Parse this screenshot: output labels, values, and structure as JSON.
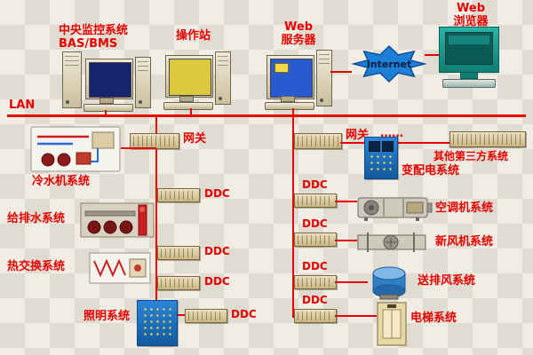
{
  "labels": {
    "central1": "中央监控系统",
    "central2": "BAS/BMS",
    "operator": "操作站",
    "web1": "Web",
    "web2": "服务器",
    "internet": "Internet",
    "browser1": "Web",
    "browser2": "浏览器",
    "lan": "LAN",
    "gateway_left": "网关",
    "gateway_right": "网关",
    "dots": "……",
    "third_party": "其他第三方系统",
    "power": "变配电系统",
    "chiller": "冷水机系统",
    "water": "给排水系统",
    "heat": "热交换系统",
    "lighting": "照明系统",
    "ahu": "空调机系统",
    "fresh_air": "新风机系统",
    "exhaust": "送排风系统",
    "elevator": "电梯系统",
    "ddc": "DDC"
  },
  "colors": {
    "line": "#e60000",
    "label": "#e60000",
    "cabinet_blue": "#1a6fc4"
  }
}
